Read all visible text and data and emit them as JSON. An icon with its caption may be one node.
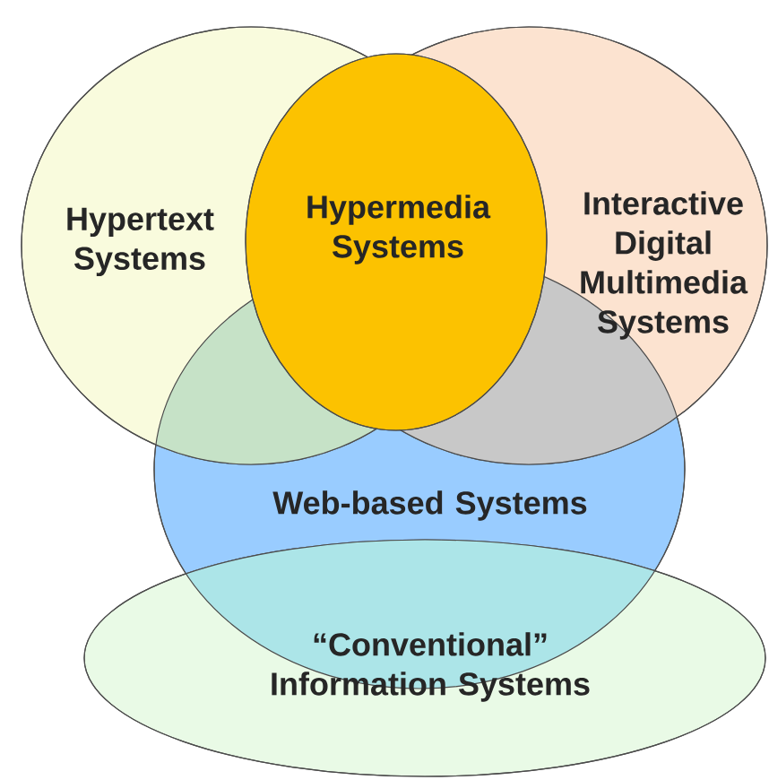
{
  "diagram": {
    "nodes": [
      {
        "text": [
          "Hypertext Systems"
        ]
      },
      {
        "text": [
          "Hypermedia Systems"
        ]
      },
      {
        "text": [
          "Interactive Digital Multimedia Systems"
        ]
      },
      {
        "text": [
          "Web-based Systems"
        ]
      },
      {
        "text": [
          "“Conventional” Information Systems"
        ]
      }
    ]
  }
}
